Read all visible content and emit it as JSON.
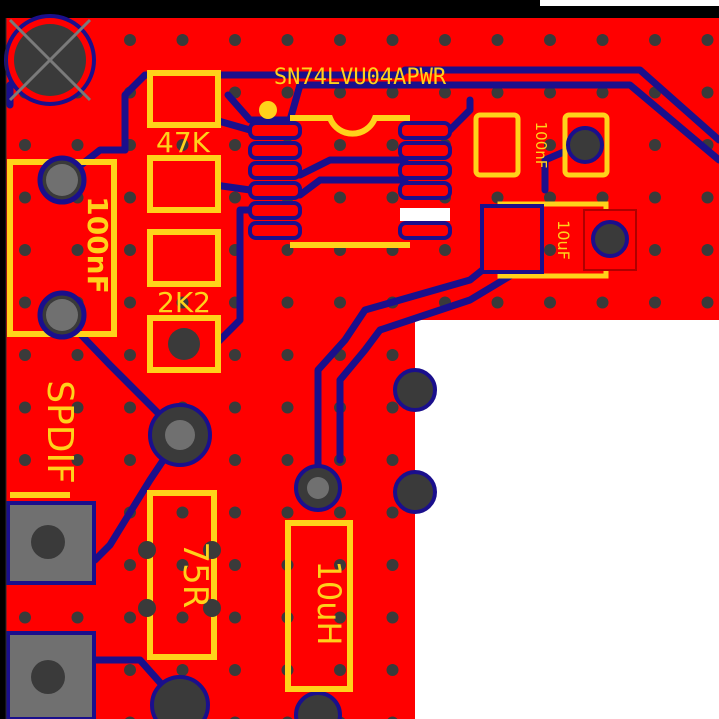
{
  "colors": {
    "background": "#000000",
    "copper": "#ff0000",
    "trace": "#1a0f8c",
    "silk": "#ffd21a",
    "pad": "#ff0000",
    "pad_dark": "#707070",
    "drill": "#3a3a3a",
    "outline": "#ffffff",
    "cutout": "#ffffff",
    "highlight": "#ffffff"
  },
  "labels": {
    "ic": "SN74LVU04APWR",
    "r_47k": "47K",
    "r_2k2": "2K2",
    "c_100nf_left": "100nF",
    "c_100nf_small": "100nF",
    "c_10uf": "10uF",
    "connector": "SPDIF",
    "r_75r": "75R",
    "l_10uh": "10uH"
  }
}
